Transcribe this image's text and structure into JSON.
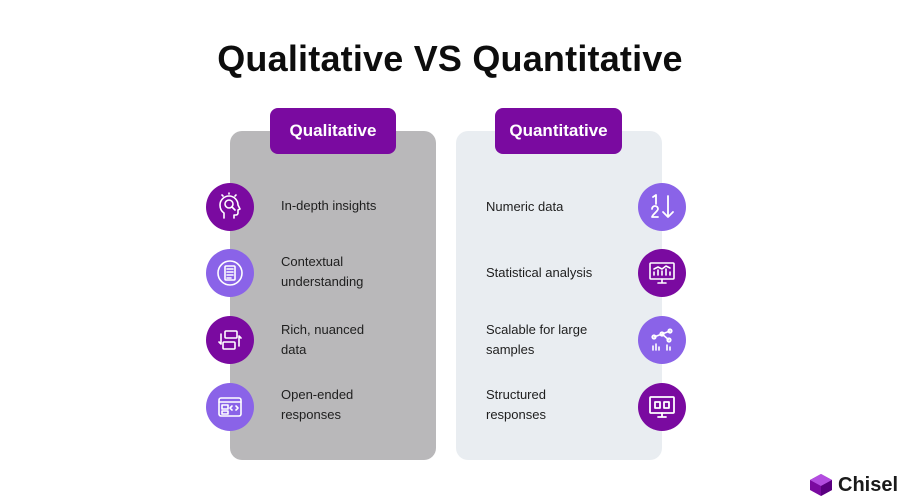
{
  "title": "Qualitative VS Quantitative",
  "qualitative": {
    "header": "Qualitative",
    "items": [
      {
        "label": "In-depth insights",
        "icon": "head-magnifier-icon"
      },
      {
        "label": "Contextual understanding",
        "icon": "document-list-icon"
      },
      {
        "label": "Rich, nuanced data",
        "icon": "data-exchange-icon"
      },
      {
        "label": "Open-ended responses",
        "icon": "code-window-icon"
      }
    ]
  },
  "quantitative": {
    "header": "Quantitative",
    "items": [
      {
        "label": "Numeric data",
        "icon": "sort-numeric-icon"
      },
      {
        "label": "Statistical analysis",
        "icon": "monitor-chart-icon"
      },
      {
        "label": "Scalable for large samples",
        "icon": "scatter-plot-icon"
      },
      {
        "label": "Structured responses",
        "icon": "monitor-layout-icon"
      }
    ]
  },
  "logo": {
    "text": "Chisel"
  },
  "colors": {
    "purple_dark": "#7a0aa0",
    "purple_light": "#8a63e8",
    "panel_left": "#b9b8ba",
    "panel_right": "#e9edf1"
  }
}
